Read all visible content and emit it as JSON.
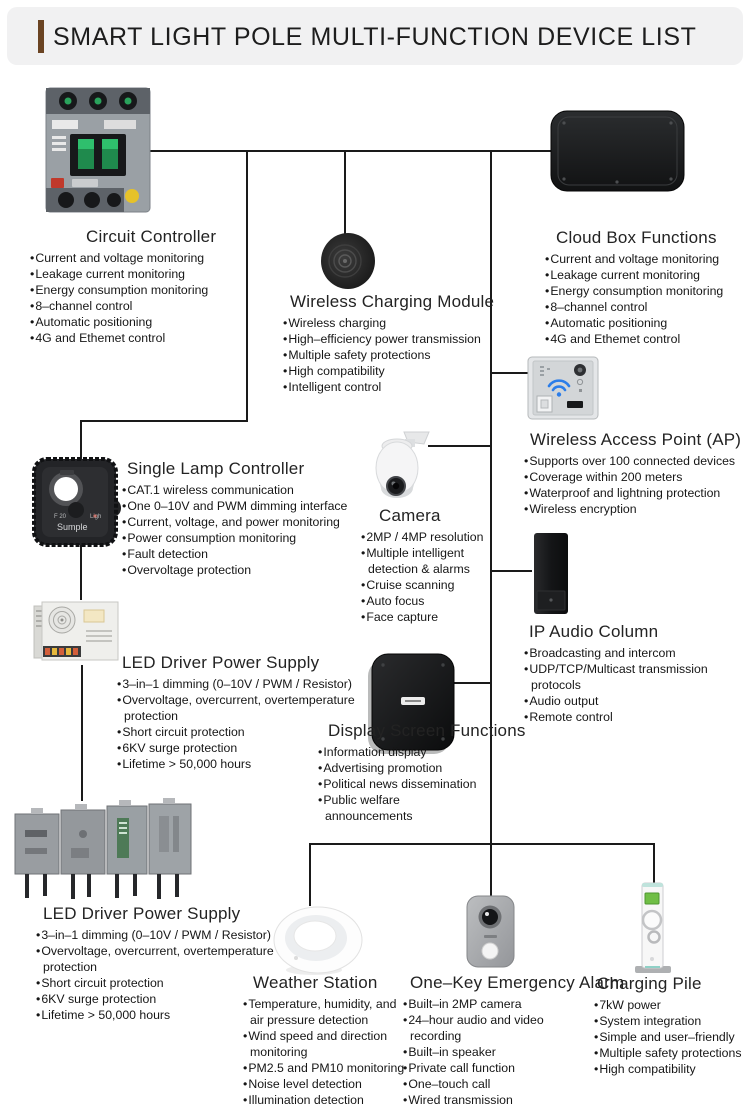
{
  "header": {
    "title": "SMART LIGHT POLE MULTI-FUNCTION DEVICE LIST"
  },
  "colors": {
    "header_bg": "#f1f1f2",
    "header_accent": "#6b4423",
    "connector": "#1a1a1a",
    "wifi_blue": "#2b7de9",
    "breaker_green": "#2aa35c",
    "breaker_red": "#c0392b",
    "breaker_yellow": "#e6c229",
    "pile_screen_green": "#6fbe45"
  },
  "artwork": {
    "lamp_brand": "Sumple"
  },
  "sections": [
    {
      "id": "circuit-controller",
      "title": "Circuit Controller",
      "items": [
        "Current and voltage monitoring",
        "Leakage current monitoring",
        "Energy consumption monitoring",
        "8–channel control",
        "Automatic positioning",
        "4G and Ethemet control"
      ]
    },
    {
      "id": "cloud-box",
      "title": "Cloud Box Functions",
      "items": [
        "Current and voltage monitoring",
        "Leakage current monitoring",
        "Energy consumption monitoring",
        "8–channel control",
        "Automatic positioning",
        "4G and Ethemet control"
      ]
    },
    {
      "id": "wireless-charging",
      "title": "Wireless Charging Module",
      "items": [
        "Wireless charging",
        "High–efficiency power transmission",
        "Multiple safety protections",
        "High compatibility",
        "Intelligent control"
      ]
    },
    {
      "id": "wireless-ap",
      "title": "Wireless Access Point (AP)",
      "items": [
        "Supports over 100 connected devices",
        "Coverage within 200 meters",
        "Waterproof and lightning protection",
        "Wireless encryption"
      ]
    },
    {
      "id": "single-lamp-controller",
      "title": "Single Lamp Controller",
      "items": [
        "CAT.1 wireless communication",
        "One 0–10V and PWM dimming interface",
        "Current, voltage, and power monitoring",
        "Power consumption monitoring",
        "Fault detection",
        "Overvoltage protection"
      ]
    },
    {
      "id": "camera",
      "title": "Camera",
      "items": [
        "2MP / 4MP resolution",
        "Multiple intelligent detection & alarms",
        "Cruise scanning",
        "Auto focus",
        "Face capture"
      ]
    },
    {
      "id": "ip-audio-column",
      "title": "IP Audio Column",
      "items": [
        "Broadcasting and intercom",
        "UDP/TCP/Multicast transmission protocols",
        "Audio output",
        "Remote control"
      ]
    },
    {
      "id": "led-driver-1",
      "title": "LED Driver Power Supply",
      "items": [
        "3–in–1 dimming (0–10V / PWM / Resistor)",
        "Overvoltage, overcurrent, overtemperature protection",
        "Short circuit protection",
        "6KV surge protection",
        "Lifetime > 50,000 hours"
      ]
    },
    {
      "id": "display-screen",
      "title": "Display Screen Functions",
      "items": [
        "Information display",
        "Advertising promotion",
        "Political news dissemination",
        "Public welfare announcements"
      ]
    },
    {
      "id": "led-driver-2",
      "title": "LED Driver Power Supply",
      "items": [
        "3–in–1 dimming (0–10V / PWM / Resistor)",
        "Overvoltage, overcurrent, overtemperature protection",
        "Short circuit protection",
        "6KV surge protection",
        "Lifetime > 50,000 hours"
      ]
    },
    {
      "id": "weather-station",
      "title": "Weather Station",
      "items": [
        "Temperature, humidity, and air pressure detection",
        "Wind speed and direction monitoring",
        "PM2.5 and PM10 monitoring",
        "Noise level detection",
        "Illumination detection"
      ]
    },
    {
      "id": "emergency-alarm",
      "title": "One–Key Emergency Alarm",
      "items": [
        "Built–in 2MP camera",
        "24–hour audio and video recording",
        "Built–in speaker",
        "Private call function",
        "One–touch call",
        "Wired transmission"
      ]
    },
    {
      "id": "charging-pile",
      "title": "Charging Pile",
      "items": [
        "7kW power",
        "System integration",
        "Simple and user–friendly",
        "Multiple safety protections",
        "High compatibility"
      ]
    }
  ]
}
